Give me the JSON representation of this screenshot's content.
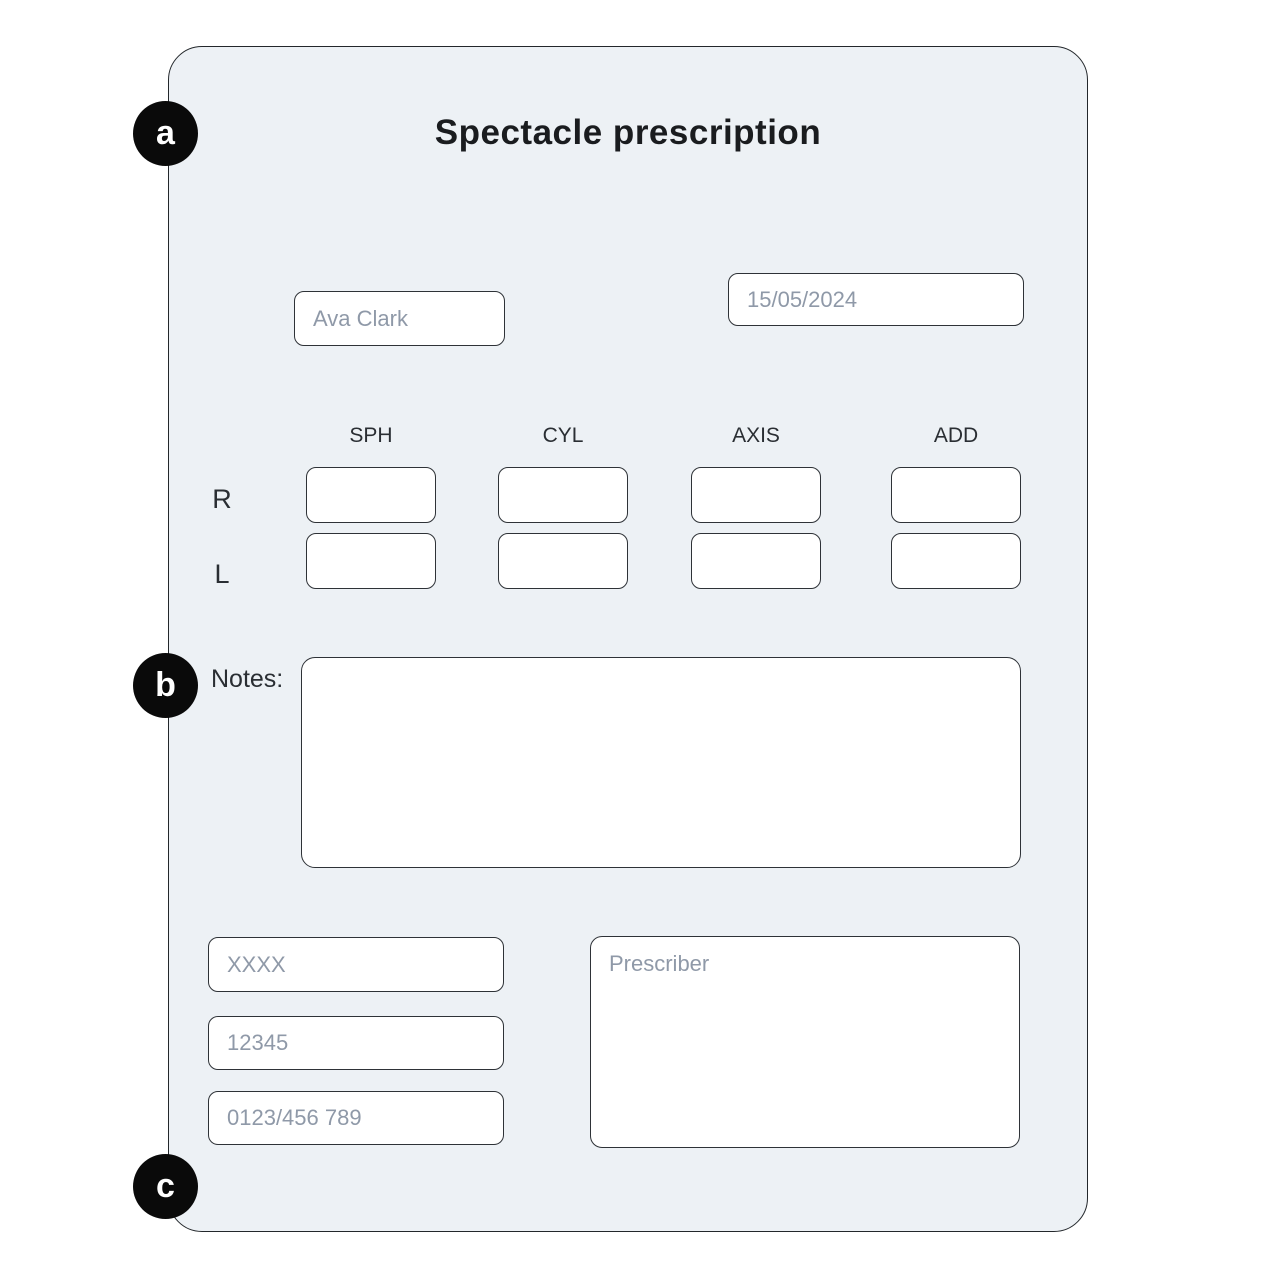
{
  "title": "Spectacle prescription",
  "badges": [
    "a",
    "b",
    "c"
  ],
  "patient": {
    "name_placeholder": "Ava Clark",
    "date_placeholder": "15/05/2024"
  },
  "rx_table": {
    "columns": [
      "SPH",
      "CYL",
      "AXIS",
      "ADD"
    ],
    "rows": [
      "R",
      "L"
    ]
  },
  "notes": {
    "label": "Notes:"
  },
  "footer": {
    "code_placeholder": "XXXX",
    "id_placeholder": "12345",
    "phone_placeholder": "0123/456 789",
    "prescriber_placeholder": "Prescriber"
  },
  "colors": {
    "card_background": "#edf1f5",
    "card_border": "#23272b",
    "badge_background": "#0a0a0a",
    "badge_text": "#ffffff",
    "placeholder_text": "#8f99a8",
    "label_text": "#2a2e33",
    "title_text": "#1a1c1f",
    "field_background": "#ffffff",
    "field_border": "#2e3237"
  }
}
